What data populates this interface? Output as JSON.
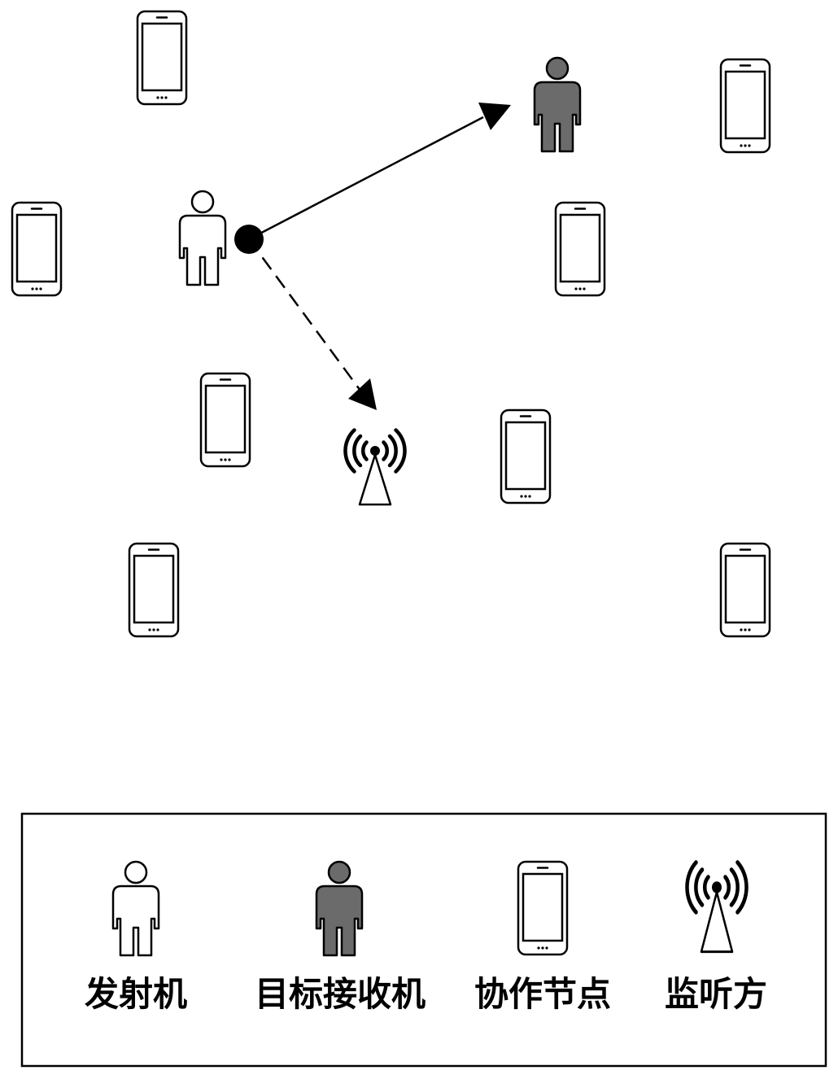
{
  "colors": {
    "target_receiver": "#6b6b6b",
    "transmitter": "#ffffff",
    "stroke": "#000000"
  },
  "icons": {
    "transmitter": "person-outline-icon",
    "target_receiver": "person-filled-icon",
    "cooperative_node": "smartphone-icon",
    "eavesdropper": "radio-tower-icon"
  },
  "legend": {
    "transmitter_label": "发射机",
    "target_receiver_label": "目标接收机",
    "cooperative_node_label": "协作节点",
    "eavesdropper_label": "监听方"
  }
}
